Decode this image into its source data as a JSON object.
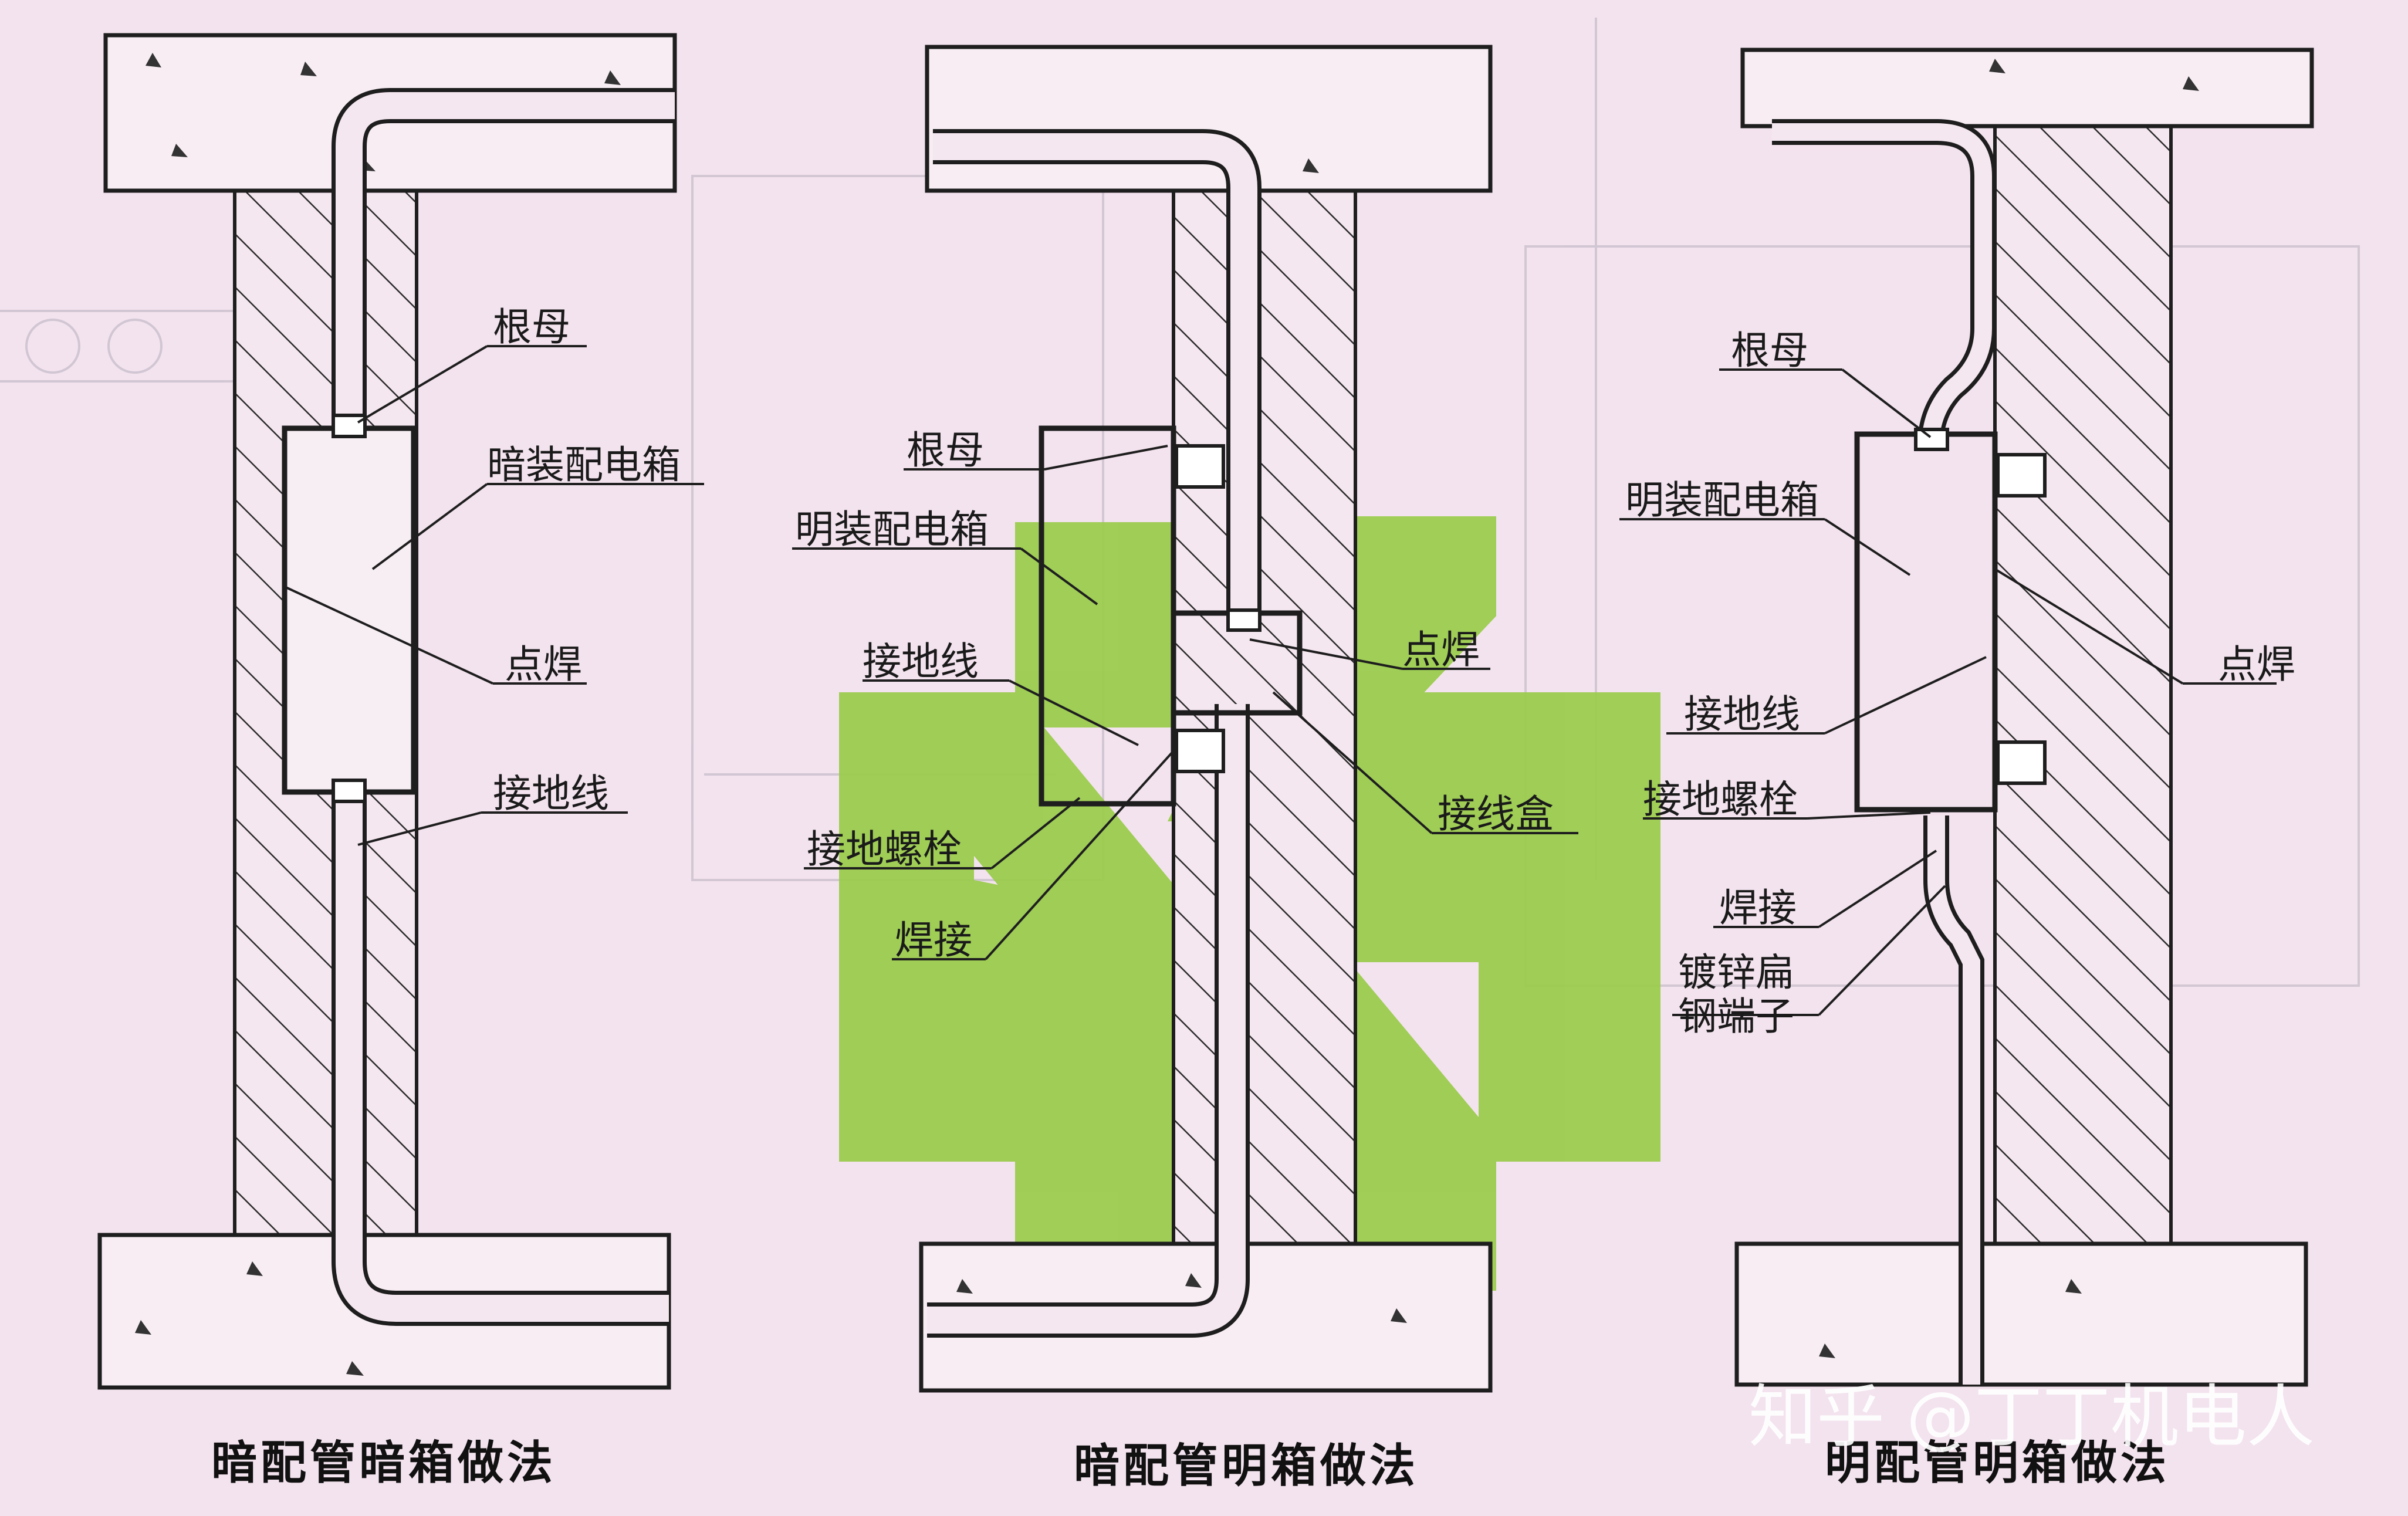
{
  "diagrams": [
    {
      "caption": "暗配管暗箱做法",
      "labels": {
        "lock_nut": "根母",
        "box": "暗装配电箱",
        "spot_weld": "点焊",
        "ground_wire": "接地线"
      }
    },
    {
      "caption": "暗配管明箱做法",
      "labels": {
        "lock_nut": "根母",
        "box": "明装配电箱",
        "ground_wire": "接地线",
        "ground_bolt": "接地螺栓",
        "weld": "焊接",
        "spot_weld": "点焊",
        "junction_box": "接线盒"
      }
    },
    {
      "caption": "明配管明箱做法",
      "labels": {
        "lock_nut": "根母",
        "box": "明装配电箱",
        "spot_weld": "点焊",
        "ground_wire": "接地线",
        "ground_bolt": "接地螺栓",
        "weld": "焊接",
        "terminal_line1": "镀锌扁",
        "terminal_line2": "钢端子"
      }
    }
  ],
  "watermark": "知乎 @丁丁机电人",
  "colors": {
    "background": "#f3e3ee",
    "overlay_green": "#9bcc4e",
    "line": "#1e1e1e",
    "slab_fill": "#f7edf3"
  }
}
